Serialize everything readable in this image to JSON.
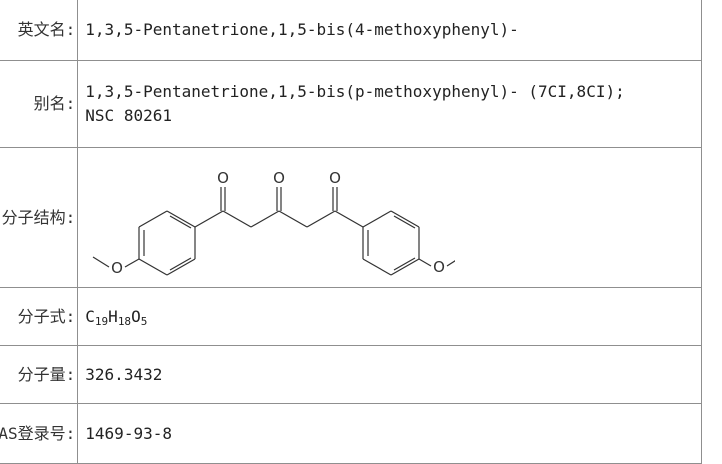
{
  "rows": {
    "english_name": {
      "label": "英文名:",
      "value": "1,3,5-Pentanetrione,1,5-bis(4-methoxyphenyl)-"
    },
    "alias": {
      "label": "别名:",
      "line1": "1,3,5-Pentanetrione,1,5-bis(p-methoxyphenyl)- (7CI,8CI);",
      "line2": "NSC 80261"
    },
    "structure": {
      "label": "分子结构:",
      "atom_o": "O"
    },
    "formula": {
      "label": "分子式:",
      "c": "C",
      "c_n": "19",
      "h": "H",
      "h_n": "18",
      "o": "O",
      "o_n": "5"
    },
    "weight": {
      "label": "分子量:",
      "value": "326.3432"
    },
    "cas": {
      "label": "CAS登录号:",
      "value": "1469-93-8"
    }
  }
}
